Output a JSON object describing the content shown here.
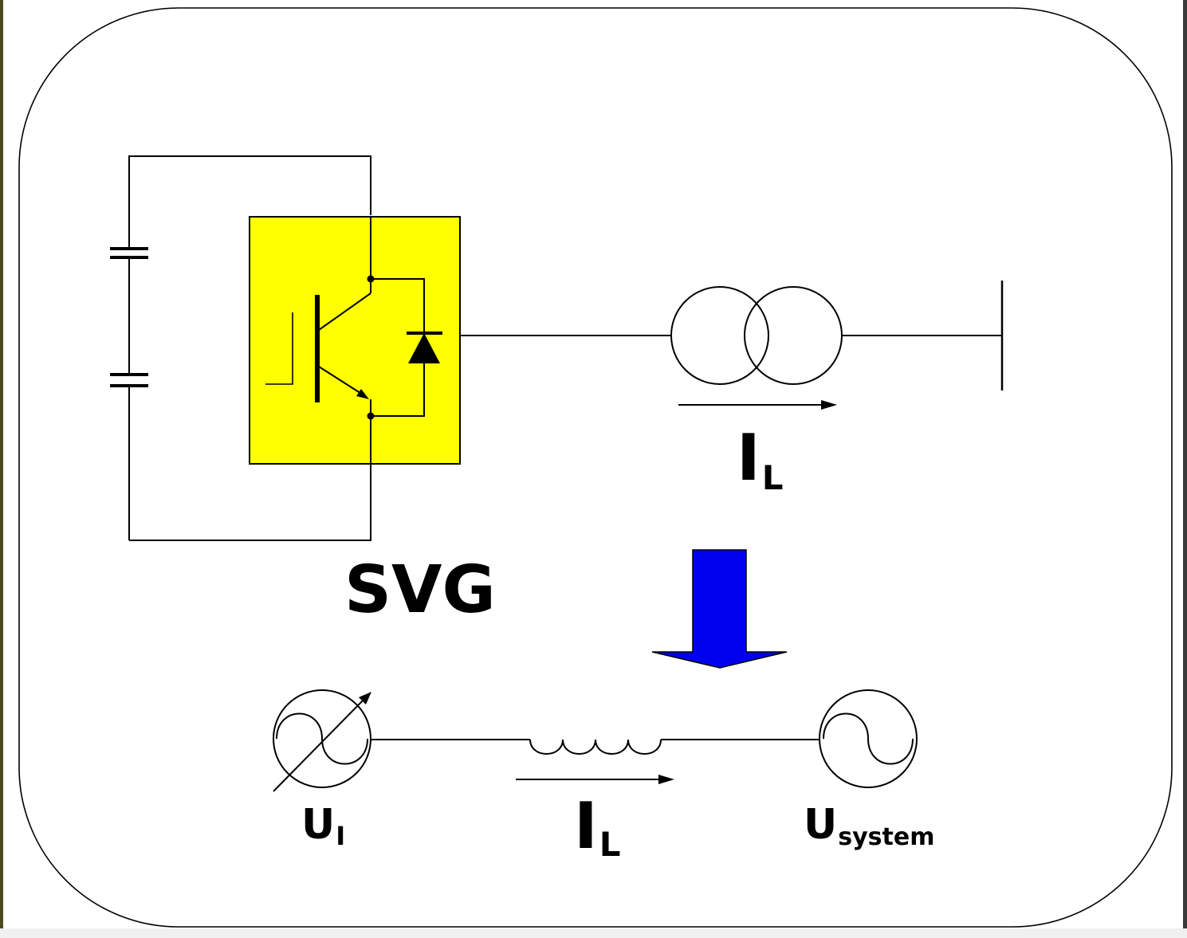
{
  "diagram": {
    "title": "SVG",
    "top_current": {
      "main": "I",
      "sub": "L"
    },
    "bottom_current": {
      "main": "I",
      "sub": "L"
    },
    "source_left": {
      "main": "U",
      "sub": "I"
    },
    "source_right": {
      "main": "U",
      "sub": "system"
    }
  },
  "colors": {
    "module_fill": "#ffff00",
    "arrow_fill": "#0000ee",
    "left_edge_bar": "#4a4a20",
    "right_edge_bar": "#3a3a3a",
    "bottom_strip": "#f0f0f0"
  }
}
